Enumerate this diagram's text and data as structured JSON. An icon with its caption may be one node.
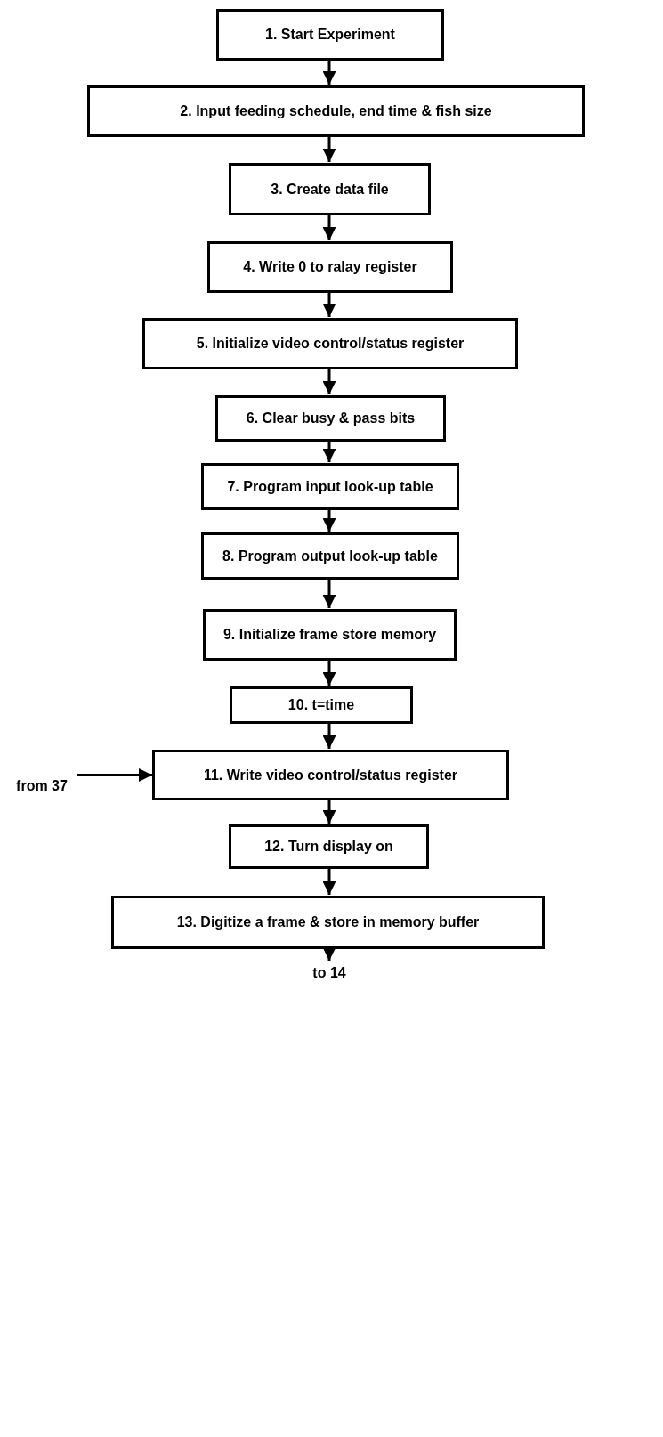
{
  "diagram": {
    "nodes": [
      {
        "text": [
          "1. Start Experiment"
        ]
      },
      {
        "text": [
          "2. Input feeding schedule, end time & fish size"
        ]
      },
      {
        "text": [
          "3. Create data file"
        ]
      },
      {
        "text": [
          "4. Write 0  to ralay register"
        ]
      },
      {
        "text": [
          "5. Initialize video control/status register"
        ]
      },
      {
        "text": [
          "6. Clear busy & pass bits"
        ]
      },
      {
        "text": [
          "7. Program input look-up table"
        ]
      },
      {
        "text": [
          "8. Program output look-up table"
        ]
      },
      {
        "text": [
          "9. Initialize frame store memory"
        ]
      },
      {
        "text": [
          "10. t=time"
        ]
      },
      {
        "text": [
          "11. Write video control/status register"
        ]
      },
      {
        "text": [
          "12. Turn display on"
        ]
      },
      {
        "text": [
          "13. Digitize a frame & store in memory buffer"
        ]
      },
      {
        "text": [
          "from 37"
        ]
      },
      {
        "text": [
          "to 14"
        ]
      }
    ],
    "edges": [
      {
        "from": 0,
        "to": 1,
        "arrow": "to"
      },
      {
        "from": 1,
        "to": 2,
        "arrow": "to"
      },
      {
        "from": 2,
        "to": 3,
        "arrow": "to"
      },
      {
        "from": 3,
        "to": 4,
        "arrow": "to"
      },
      {
        "from": 4,
        "to": 5,
        "arrow": "to"
      },
      {
        "from": 5,
        "to": 6,
        "arrow": "to"
      },
      {
        "from": 6,
        "to": 7,
        "arrow": "to"
      },
      {
        "from": 7,
        "to": 8,
        "arrow": "to"
      },
      {
        "from": 8,
        "to": 9,
        "arrow": "to"
      },
      {
        "from": 9,
        "to": 10,
        "arrow": "to"
      },
      {
        "from": 13,
        "to": 10,
        "arrow": "to"
      },
      {
        "from": 10,
        "to": 11,
        "arrow": "to"
      },
      {
        "from": 11,
        "to": 12,
        "arrow": "to"
      },
      {
        "from": 12,
        "to": 14,
        "arrow": "to"
      }
    ]
  }
}
